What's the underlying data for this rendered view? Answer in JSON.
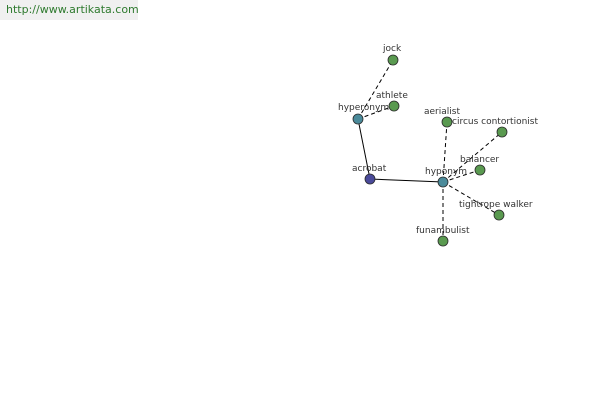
{
  "header": {
    "url": "http://www.artikata.com"
  },
  "colors": {
    "root": "#4a4a9a",
    "hub": "#4a8a9a",
    "leaf": "#5a9a50"
  },
  "graph": {
    "nodes": [
      {
        "id": "acrobat",
        "label": "acrobat",
        "kind": "root"
      },
      {
        "id": "hyperonym",
        "label": "hyperonym",
        "kind": "hub"
      },
      {
        "id": "hyponym",
        "label": "hyponym",
        "kind": "hub"
      },
      {
        "id": "jock",
        "label": "jock",
        "kind": "leaf"
      },
      {
        "id": "athlete",
        "label": "athlete",
        "kind": "leaf"
      },
      {
        "id": "aerialist",
        "label": "aerialist",
        "kind": "leaf"
      },
      {
        "id": "circus-contortionist",
        "label": "circus contortionist",
        "kind": "leaf"
      },
      {
        "id": "balancer",
        "label": "balancer",
        "kind": "leaf"
      },
      {
        "id": "tightrope-walker",
        "label": "tightrope walker",
        "kind": "leaf"
      },
      {
        "id": "funambulist",
        "label": "funambulist",
        "kind": "leaf"
      }
    ],
    "edges": [
      {
        "from": "acrobat",
        "to": "hyperonym",
        "style": "solid"
      },
      {
        "from": "acrobat",
        "to": "hyponym",
        "style": "solid"
      },
      {
        "from": "hyperonym",
        "to": "jock",
        "style": "dashed"
      },
      {
        "from": "hyperonym",
        "to": "athlete",
        "style": "dashed"
      },
      {
        "from": "hyponym",
        "to": "aerialist",
        "style": "dashed"
      },
      {
        "from": "hyponym",
        "to": "circus-contortionist",
        "style": "dashed"
      },
      {
        "from": "hyponym",
        "to": "balancer",
        "style": "dashed"
      },
      {
        "from": "hyponym",
        "to": "tightrope-walker",
        "style": "dashed"
      },
      {
        "from": "hyponym",
        "to": "funambulist",
        "style": "dashed"
      }
    ]
  }
}
